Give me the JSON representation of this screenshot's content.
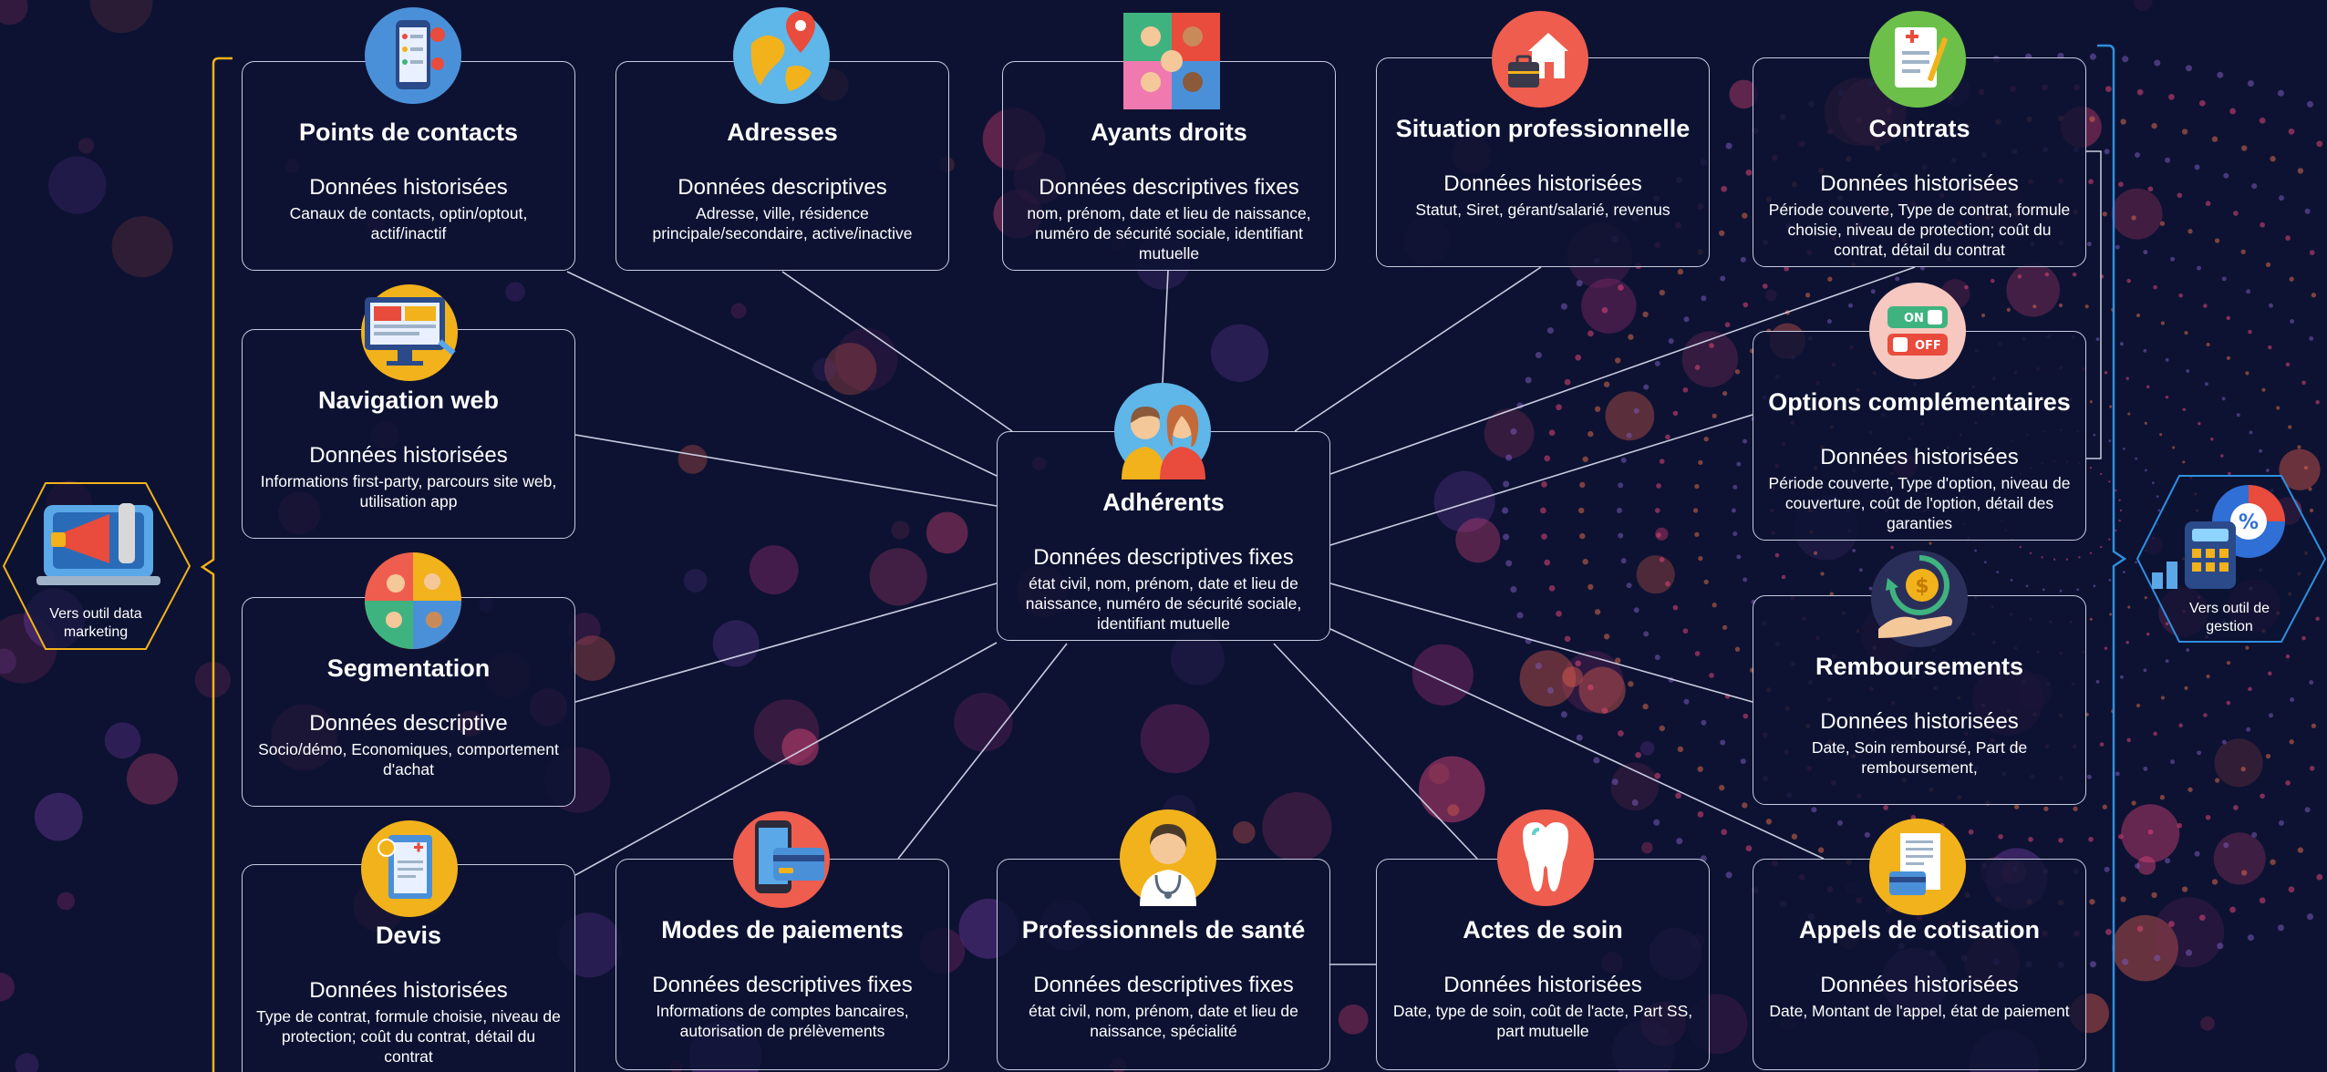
{
  "nodes": {
    "points_contacts": {
      "title": "Points de contacts",
      "kind": "Données historisées",
      "detail": "Canaux de contacts, optin/optout, actif/inactif"
    },
    "adresses": {
      "title": "Adresses",
      "kind": "Données descriptives",
      "detail": "Adresse, ville, résidence principale/secondaire, active/inactive"
    },
    "ayants_droits": {
      "title": "Ayants droits",
      "kind": "Données descriptives fixes",
      "detail": "nom, prénom, date et lieu de naissance, numéro de sécurité sociale, identifiant mutuelle"
    },
    "situation_pro": {
      "title": "Situation professionnelle",
      "kind": "Données historisées",
      "detail": "Statut, Siret, gérant/salarié, revenus"
    },
    "contrats": {
      "title": "Contrats",
      "kind": "Données historisées",
      "detail": "Période couverte, Type de contrat, formule choisie, niveau de protection; coût du contrat, détail du contrat"
    },
    "navigation_web": {
      "title": "Navigation web",
      "kind": "Données historisées",
      "detail": "Informations first-party, parcours site web, utilisation app"
    },
    "adherents": {
      "title": "Adhérents",
      "kind": "Données descriptives fixes",
      "detail": "état civil, nom, prénom, date et lieu de naissance, numéro de sécurité sociale, identifiant mutuelle"
    },
    "options": {
      "title": "Options complémentaires",
      "kind": "Données historisées",
      "detail": "Période couverte, Type d'option, niveau de couverture, coût de l'option, détail des garanties"
    },
    "segmentation": {
      "title": "Segmentation",
      "kind": "Données descriptive",
      "detail": "Socio/démo, Economiques, comportement d'achat"
    },
    "remboursements": {
      "title": "Remboursements",
      "kind": "Données historisées",
      "detail": "Date, Soin remboursé, Part de remboursement,"
    },
    "devis": {
      "title": "Devis",
      "kind": "Données historisées",
      "detail": "Type de contrat, formule choisie, niveau de protection; coût du contrat, détail du contrat"
    },
    "modes_paiements": {
      "title": "Modes de paiements",
      "kind": "Données descriptives fixes",
      "detail": "Informations de comptes bancaires, autorisation de prélèvements"
    },
    "pro_sante": {
      "title": "Professionnels de santé",
      "kind": "Données descriptives fixes",
      "detail": "état civil, nom, prénom, date et lieu de naissance, spécialité"
    },
    "actes_soin": {
      "title": "Actes de soin",
      "kind": "Données historisées",
      "detail": "Date, type de soin, coût de l'acte, Part SS, part mutuelle"
    },
    "appels_cotisation": {
      "title": "Appels de cotisation",
      "kind": "Données historisées",
      "detail": "Date, Montant de l'appel, état de paiement"
    }
  },
  "left_target": {
    "label": "Vers outil data marketing",
    "icon": "megaphone-laptop-icon"
  },
  "right_target": {
    "label": "Vers outil  de gestion",
    "icon": "calculator-percent-icon"
  },
  "colors": {
    "background": "#0d1232",
    "card_border": "#c7ccdf",
    "left_bracket": "#f2b21b",
    "right_bracket": "#2f8fe0",
    "link_line": "#c9cce0"
  }
}
